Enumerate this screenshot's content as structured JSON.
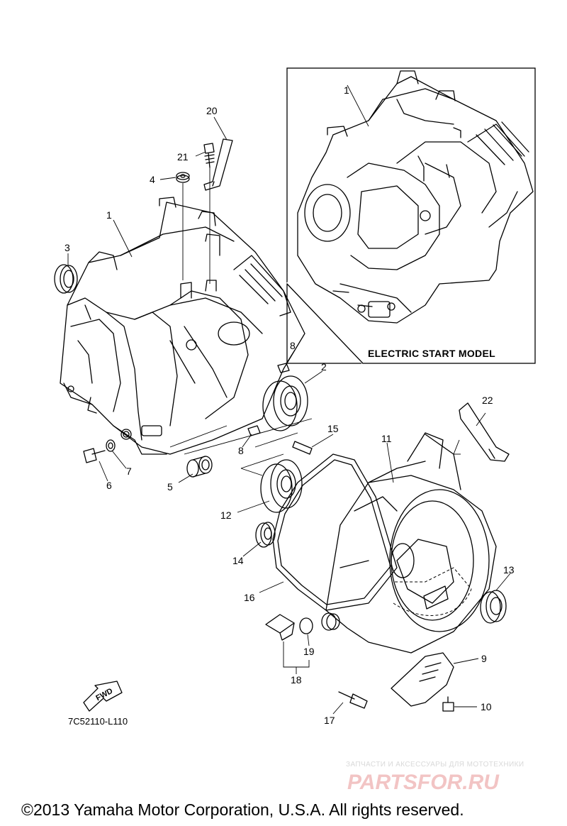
{
  "callouts": [
    {
      "id": "c1a",
      "label": "1"
    },
    {
      "id": "c2",
      "label": "2"
    },
    {
      "id": "c3",
      "label": "3"
    },
    {
      "id": "c4",
      "label": "4"
    },
    {
      "id": "c5",
      "label": "5"
    },
    {
      "id": "c6",
      "label": "6"
    },
    {
      "id": "c7",
      "label": "7"
    },
    {
      "id": "c8a",
      "label": "8"
    },
    {
      "id": "c8b",
      "label": "8"
    },
    {
      "id": "c9",
      "label": "9"
    },
    {
      "id": "c10",
      "label": "10"
    },
    {
      "id": "c11",
      "label": "11"
    },
    {
      "id": "c12",
      "label": "12"
    },
    {
      "id": "c13",
      "label": "13"
    },
    {
      "id": "c14",
      "label": "14"
    },
    {
      "id": "c15",
      "label": "15"
    },
    {
      "id": "c16",
      "label": "16"
    },
    {
      "id": "c17",
      "label": "17"
    },
    {
      "id": "c18",
      "label": "18"
    },
    {
      "id": "c19",
      "label": "19"
    },
    {
      "id": "c20",
      "label": "20"
    },
    {
      "id": "c21",
      "label": "21"
    },
    {
      "id": "c22",
      "label": "22"
    },
    {
      "id": "c1b",
      "label": "1"
    }
  ],
  "inset_label": "ELECTRIC START MODEL",
  "fwd_label": "FWD",
  "part_code": "7C52110-L110",
  "watermark": {
    "line1": "ЗАПЧАСТИ И АКСЕССУАРЫ ДЛЯ МОТОТЕХНИКИ",
    "logo": "PARTSFOR.RU"
  },
  "copyright": "©2013 Yamaha Motor Corporation, U.S.A. All rights reserved."
}
